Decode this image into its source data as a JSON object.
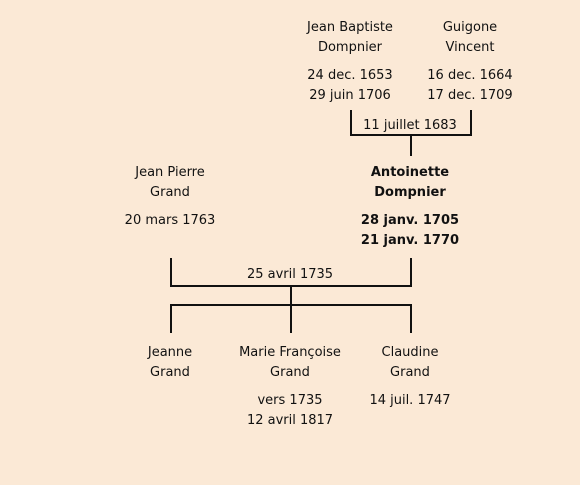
{
  "grandparents": {
    "father": {
      "name_line1": "Jean Baptiste",
      "name_line2": "Dompnier",
      "birth": "24 dec. 1653",
      "death": "29 juin 1706"
    },
    "mother": {
      "name_line1": "Guigone",
      "name_line2": "Vincent",
      "birth": "16 dec. 1664",
      "death": "17 dec. 1709"
    },
    "marriage": "11 juillet 1683"
  },
  "parents": {
    "father": {
      "name_line1": "Jean Pierre",
      "name_line2": "Grand",
      "birth": "20 mars 1763",
      "death": ""
    },
    "mother": {
      "name_line1": "Antoinette",
      "name_line2": "Dompnier",
      "birth": "28 janv. 1705",
      "death": "21 janv. 1770"
    },
    "marriage": "25 avril 1735"
  },
  "children": [
    {
      "name_line1": "Jeanne",
      "name_line2": "Grand",
      "birth": "",
      "death": ""
    },
    {
      "name_line1": "Marie Françoise",
      "name_line2": "Grand",
      "birth": "vers 1735",
      "death": "12 avril 1817"
    },
    {
      "name_line1": "Claudine",
      "name_line2": "Grand",
      "birth": "14 juil. 1747",
      "death": ""
    }
  ]
}
